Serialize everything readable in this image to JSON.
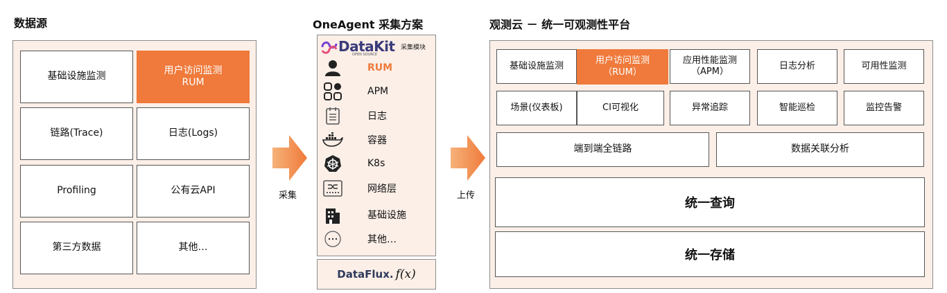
{
  "sources": {
    "title": "数据源",
    "items": [
      {
        "label": "基础设施监测",
        "highlight": false
      },
      {
        "label": "用户访问监测\nRUM",
        "highlight": true
      },
      {
        "label": "链路(Trace)",
        "highlight": false
      },
      {
        "label": "日志(Logs)",
        "highlight": false
      },
      {
        "label": "Profiling",
        "highlight": false
      },
      {
        "label": "公有云API",
        "highlight": false
      },
      {
        "label": "第三方数据",
        "highlight": false
      },
      {
        "label": "其他…",
        "highlight": false
      }
    ]
  },
  "collect_arrow": {
    "label": "采集"
  },
  "upload_arrow": {
    "label": "上传"
  },
  "agent": {
    "title": "OneAgent 采集方案",
    "datakit_logo": "DataKit",
    "datakit_sub": "OPEN SOURCE",
    "datakit_tag": "采集模块",
    "items": [
      {
        "label": "RUM",
        "icon": "user-icon",
        "highlight": true
      },
      {
        "label": "APM",
        "icon": "apps-grid-icon",
        "highlight": false
      },
      {
        "label": "日志",
        "icon": "log-file-icon",
        "highlight": false
      },
      {
        "label": "容器",
        "icon": "docker-icon",
        "highlight": false
      },
      {
        "label": "K8s",
        "icon": "kubernetes-icon",
        "highlight": false
      },
      {
        "label": "网络层",
        "icon": "network-switch-icon",
        "highlight": false
      },
      {
        "label": "基础设施",
        "icon": "building-icon",
        "highlight": false
      },
      {
        "label": "其他…",
        "icon": "more-icon",
        "highlight": false
      }
    ],
    "dataflux_label": "DataFlux.",
    "dataflux_fx": "f(x)"
  },
  "platform": {
    "title": "观测云 － 统一可观测性平台",
    "row1": [
      {
        "label": "基础设施监测",
        "highlight": false
      },
      {
        "label": "用户访问监测\n（RUM）",
        "highlight": true
      },
      {
        "label": "应用性能监测\n（APM）",
        "highlight": false
      },
      {
        "label": "日志分析",
        "highlight": false
      },
      {
        "label": "可用性监测",
        "highlight": false
      }
    ],
    "row2": [
      {
        "label": "场景(仪表板)"
      },
      {
        "label": "CI可视化"
      },
      {
        "label": "异常追踪"
      },
      {
        "label": "智能巡检"
      },
      {
        "label": "监控告警"
      }
    ],
    "row3": [
      {
        "label": "端到端全链路"
      },
      {
        "label": "数据关联分析"
      }
    ],
    "query": "统一查询",
    "storage": "统一存储"
  },
  "colors": {
    "accent": "#ef7a3b",
    "panel_bg": "#fbefe8"
  }
}
